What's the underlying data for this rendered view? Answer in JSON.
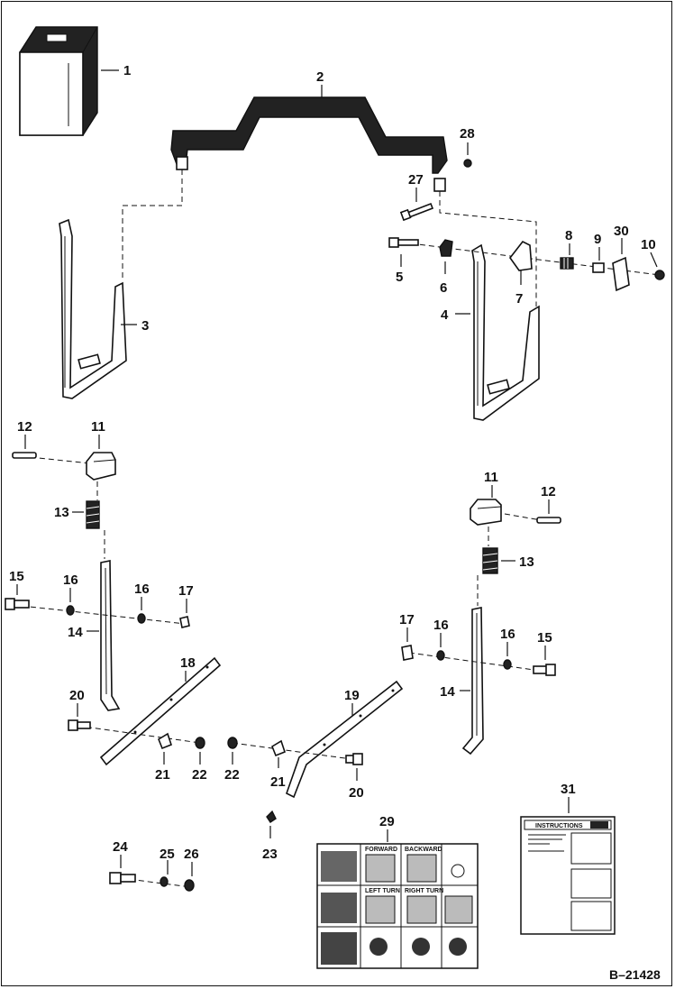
{
  "callouts": {
    "c1": "1",
    "c2": "2",
    "c3": "3",
    "c4": "4",
    "c5": "5",
    "c6": "6",
    "c7": "7",
    "c8": "8",
    "c9": "9",
    "c10": "10",
    "c11a": "11",
    "c11b": "11",
    "c12a": "12",
    "c12b": "12",
    "c13a": "13",
    "c13b": "13",
    "c14a": "14",
    "c14b": "14",
    "c15a": "15",
    "c15b": "15",
    "c16a": "16",
    "c16b": "16",
    "c16c": "16",
    "c16d": "16",
    "c17a": "17",
    "c17b": "17",
    "c18": "18",
    "c19": "19",
    "c20a": "20",
    "c20b": "20",
    "c21a": "21",
    "c21b": "21",
    "c22a": "22",
    "c22b": "22",
    "c23": "23",
    "c24": "24",
    "c25": "25",
    "c26": "26",
    "c27": "27",
    "c28": "28",
    "c29": "29",
    "c30": "30",
    "c31": "31"
  },
  "decal_29": {
    "forward": "FORWARD",
    "backward": "BACKWARD",
    "left_turn": "LEFT TURN",
    "right_turn": "RIGHT TURN"
  },
  "decal_31": {
    "header": "INSTRUCTIONS"
  },
  "figure_code": "B–21428"
}
